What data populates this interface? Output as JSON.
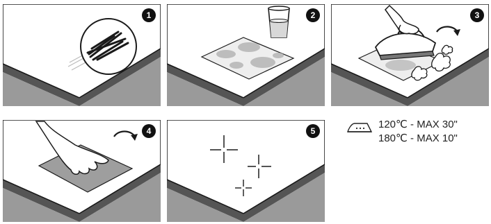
{
  "steps": [
    {
      "number": "1"
    },
    {
      "number": "2"
    },
    {
      "number": "3"
    },
    {
      "number": "4"
    },
    {
      "number": "5"
    }
  ],
  "legend": {
    "icon": "iron-icon",
    "lines": [
      "120℃ - MAX 30\"",
      "180℃ - MAX 10\""
    ]
  },
  "colors": {
    "ink": "#1a1a1a",
    "board_edge": "#444444",
    "board_bottom": "#9a9a9a",
    "stain": "#bdbdbd",
    "stain_dark": "#a8a8a8",
    "cloth": "#9e9e9e"
  }
}
